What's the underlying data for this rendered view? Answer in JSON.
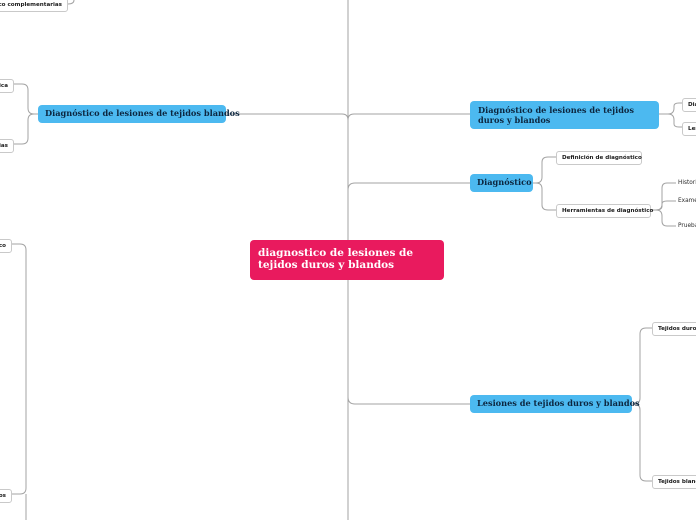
{
  "central": {
    "title": "diagnostico de lesiones de tejidos duros y blandos"
  },
  "branches": {
    "duros_blandos": "Diagnóstico de lesiones de tejidos duros y blandos",
    "diagnostico": "Diagnóstico",
    "lesiones": "Lesiones de tejidos duros y blandos",
    "blandos": "Diagnóstico de lesiones de tejidos blandos"
  },
  "children": {
    "dia": "Dia",
    "les": "Les",
    "definicion": "Definición de diagnóstico",
    "herramientas": "Herramientas de diagnóstico",
    "historia": "Histori",
    "examen": "Exame",
    "prueba": "Prueba",
    "tejidos_duros": "Tejidos duros",
    "tejidos_blandos": "Tejidos bland",
    "complementarias": "ico complementarias",
    "nica": "nica",
    "rias": "rias",
    "ico": "ico",
    "ndos": "ndos"
  },
  "colors": {
    "central": "#e91a5e",
    "main_topic": "#4cb9f0",
    "connector": "#9a9a9a"
  }
}
